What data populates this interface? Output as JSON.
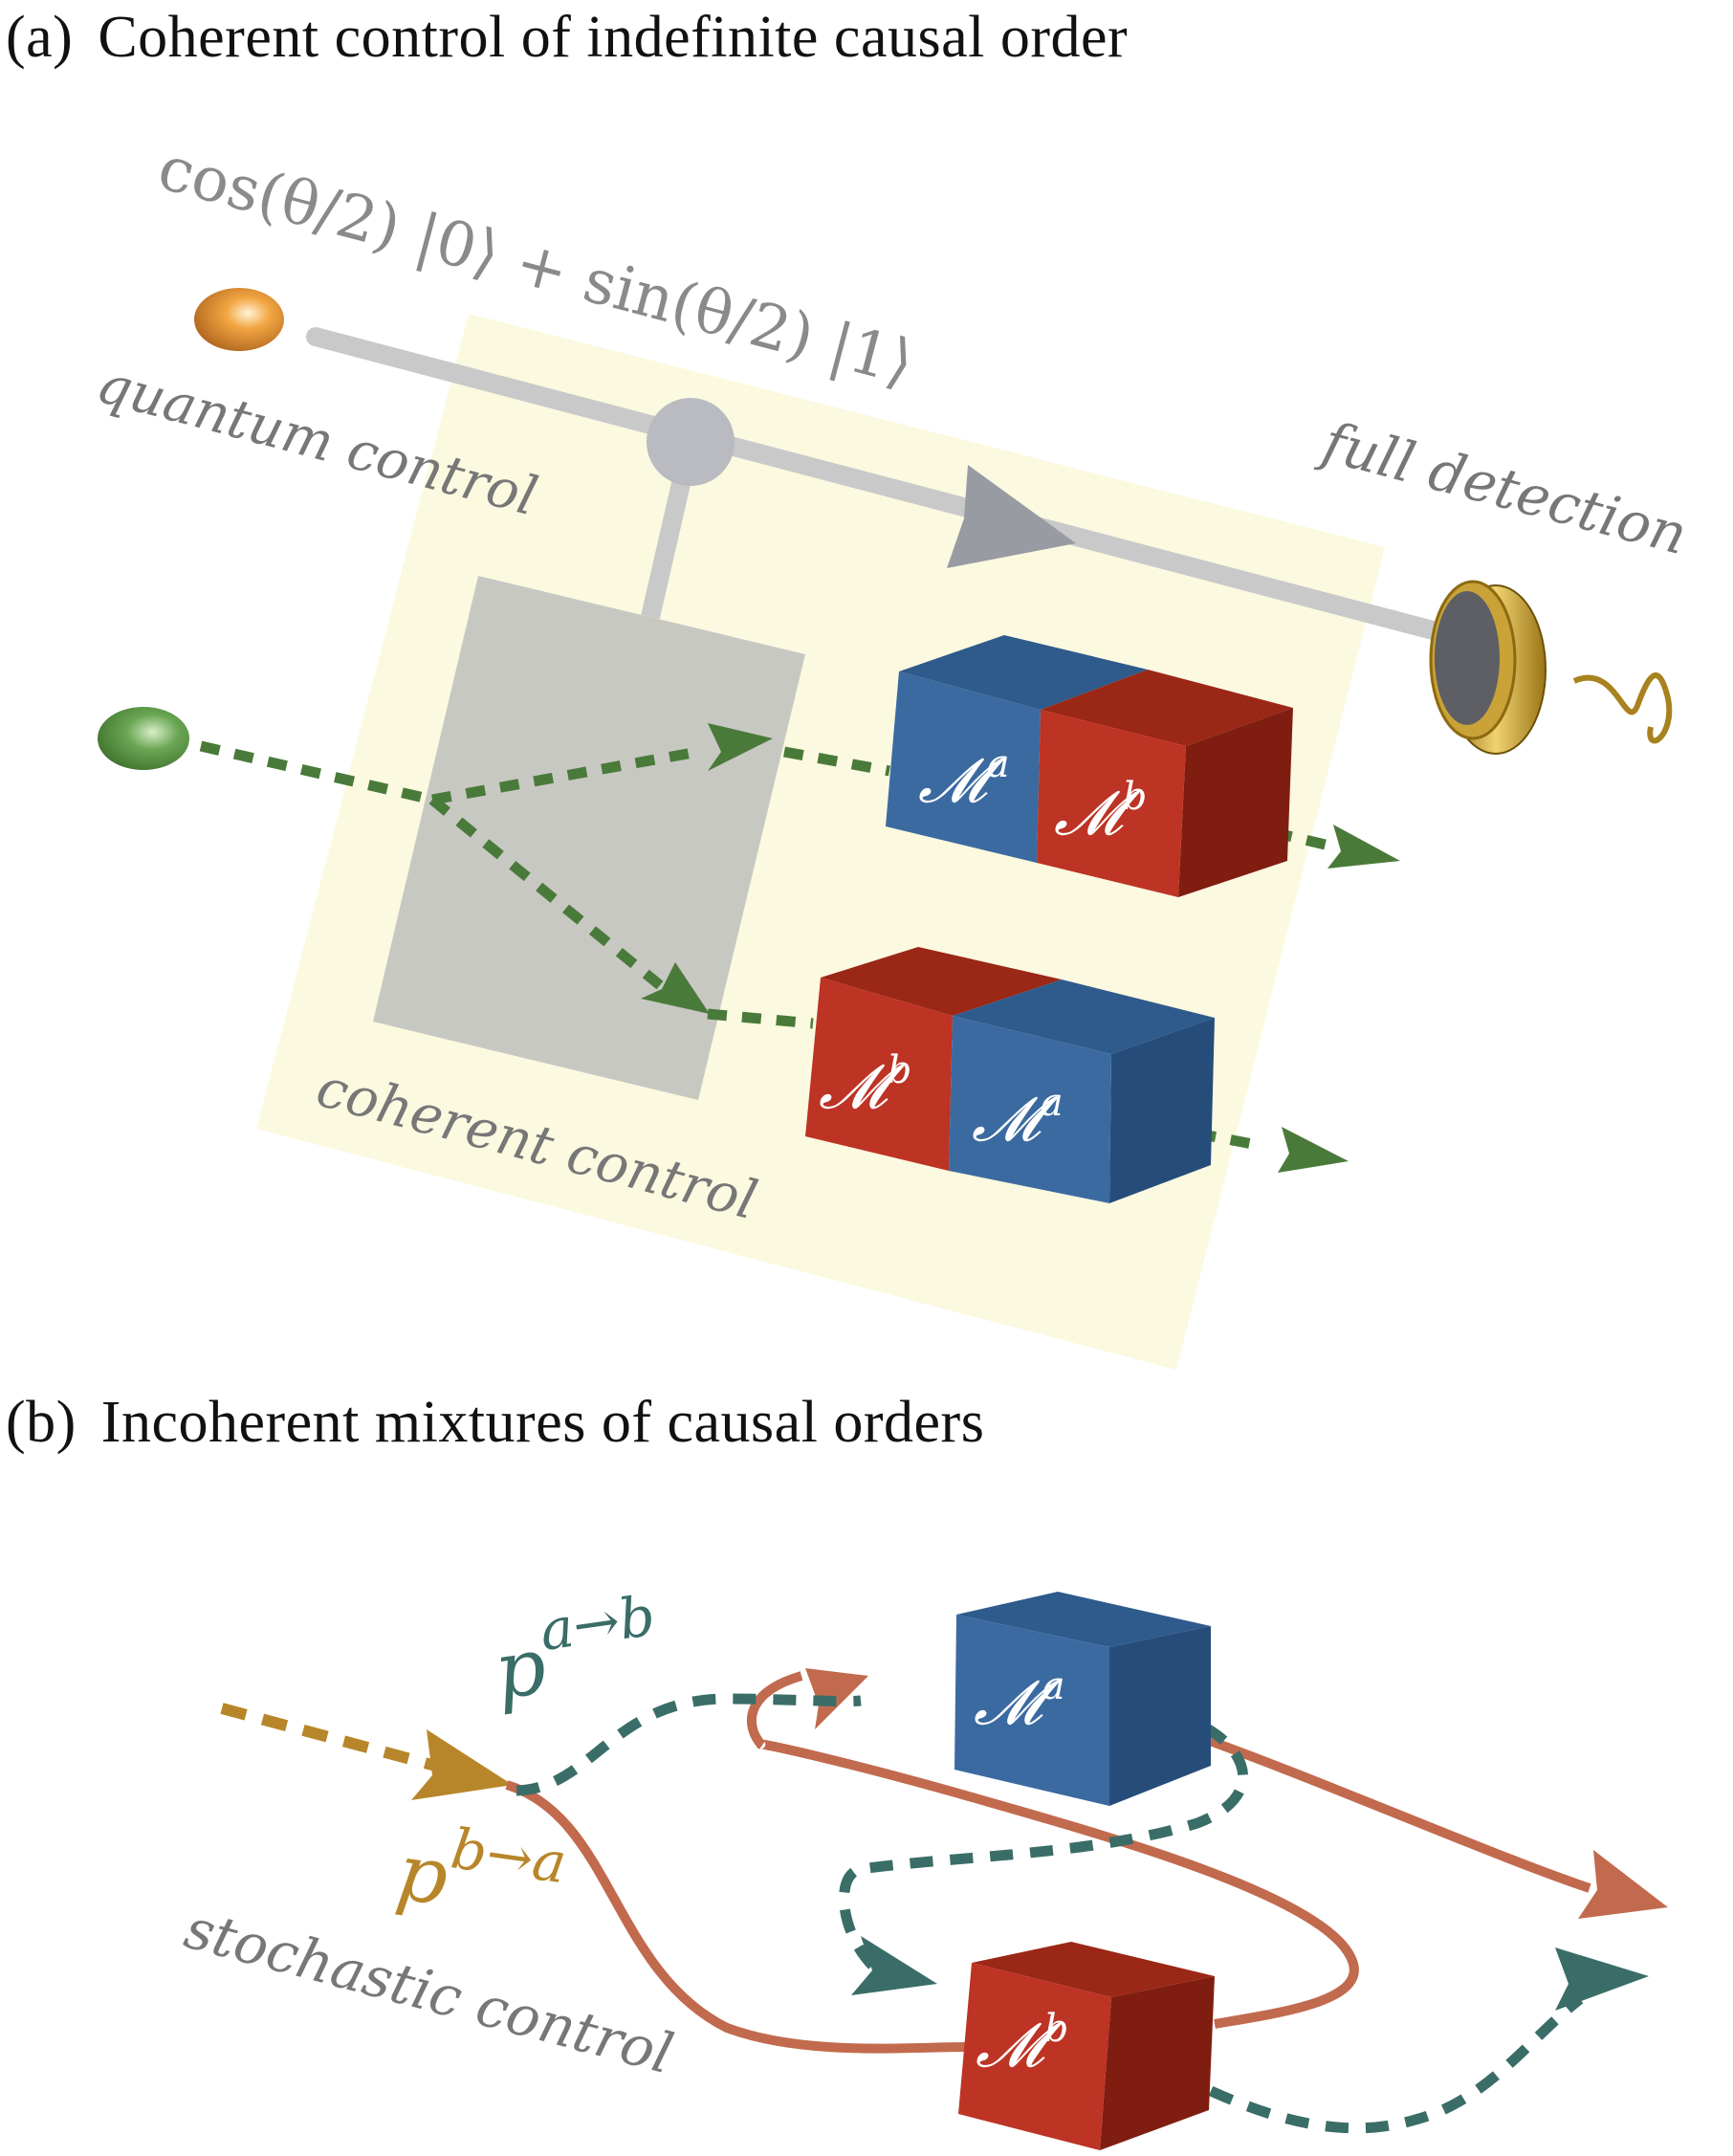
{
  "panel_a": {
    "tag": "(a)",
    "title": "Coherent control of indefinite causal order",
    "state_label": "cos(θ/2) |0⟩ + sin(θ/2) |1⟩",
    "quantum_control_label": "quantum control",
    "full_detection_label": "full detection",
    "coherent_control_label": "coherent control",
    "box_upper_left": "𝓜",
    "box_upper_left_sup": "a",
    "box_upper_right": "𝓜",
    "box_upper_right_sup": "b",
    "box_lower_left": "𝓜",
    "box_lower_left_sup": "b",
    "box_lower_right": "𝓜",
    "box_lower_right_sup": "a"
  },
  "panel_b": {
    "tag": "(b)",
    "title": "Incoherent  mixtures of causal orders",
    "p_ab_base": "p",
    "p_ab_sup": "a→b",
    "p_ba_base": "p",
    "p_ba_sup": "b→a",
    "stochastic_label": "stochastic control",
    "box_a": "𝓜",
    "box_a_sup": "a",
    "box_b": "𝓜",
    "box_b_sup": "b"
  },
  "colors": {
    "blue_front": "#3b6aa1",
    "blue_side": "#264d7a",
    "blue_top": "#2e5a8c",
    "red_front": "#bd3324",
    "red_side": "#7f1e10",
    "red_top": "#9b2716",
    "green_path": "#4a7a3a",
    "teal_path": "#3a6d68",
    "orange_path": "#c26a4e",
    "gold_path": "#b8862a",
    "yellow_panel": "#fbf9e0",
    "gray_box": "#c8c8c3",
    "gray_label": "#777777"
  }
}
